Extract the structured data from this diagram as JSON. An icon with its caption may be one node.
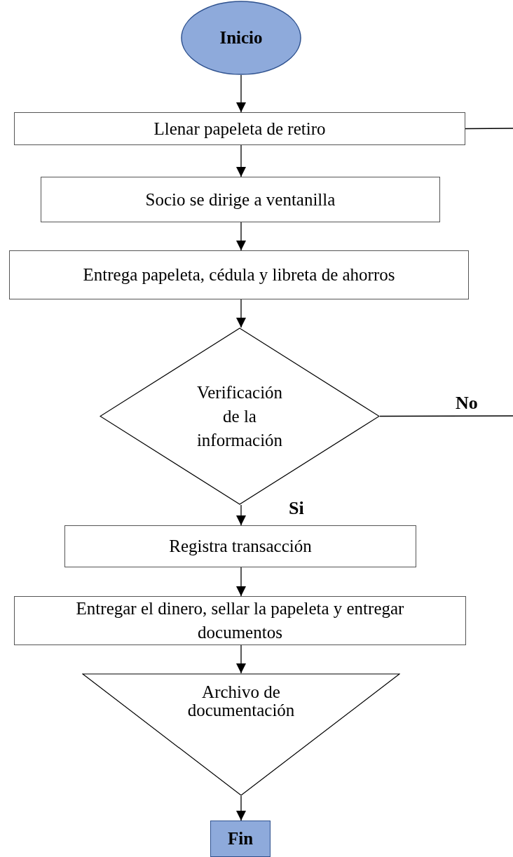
{
  "diagram": {
    "nodes": [
      {
        "text": [
          "Inicio"
        ]
      },
      {
        "text": [
          "Llenar papeleta de retiro"
        ]
      },
      {
        "text": [
          "Socio se dirige a ventanilla"
        ]
      },
      {
        "text": [
          "Entrega papeleta, cédula y libreta de ahorros"
        ]
      },
      {
        "text": [
          "Verificación de la información"
        ]
      },
      {
        "text": [
          "Registra transacción"
        ]
      },
      {
        "text": [
          "Entregar el dinero, sellar la papeleta y entregar documentos"
        ]
      },
      {
        "text": [
          "Archivo de documentación"
        ]
      },
      {
        "text": [
          "Fin"
        ]
      }
    ],
    "edges": [
      {
        "from": 0,
        "to": 1,
        "arrow": "to"
      },
      {
        "from": 1,
        "to": 2,
        "arrow": "to"
      },
      {
        "from": 2,
        "to": 3,
        "arrow": "to"
      },
      {
        "from": 3,
        "to": 4,
        "arrow": "to"
      },
      {
        "from": 4,
        "to": 5,
        "arrow": "to",
        "label": "Si"
      },
      {
        "from": 5,
        "to": 6,
        "arrow": "to"
      },
      {
        "from": 6,
        "to": 7,
        "arrow": "to"
      },
      {
        "from": 7,
        "to": 8,
        "arrow": "to"
      },
      {
        "from": 1,
        "to": null,
        "arrow": "none"
      },
      {
        "from": 4,
        "to": null,
        "arrow": "none",
        "label": "No"
      }
    ]
  }
}
